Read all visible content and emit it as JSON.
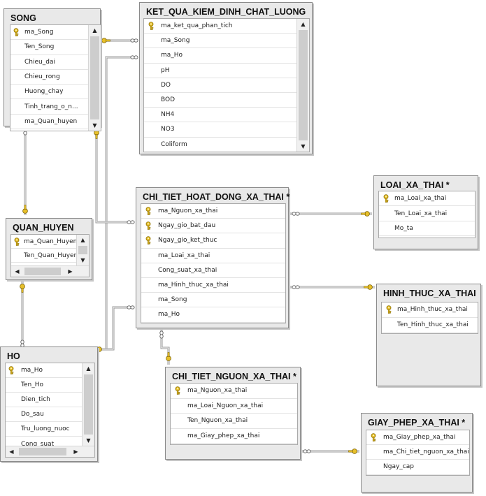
{
  "tables": {
    "song": {
      "title": "SONG",
      "columns": [
        "ma_Song",
        "Ten_Song",
        "Chieu_dai",
        "Chieu_rong",
        "Huong_chay",
        "Tinh_trang_o_n...",
        "ma_Quan_huyen"
      ]
    },
    "ketqua": {
      "title": "KET_QUA_KIEM_DINH_CHAT_LUONG",
      "columns": [
        "ma_ket_qua_phan_tich",
        "ma_Song",
        "ma_Ho",
        "pH",
        "DO",
        "BOD",
        "NH4",
        "NO3",
        "Coliform"
      ]
    },
    "quanhuyen": {
      "title": "QUAN_HUYEN",
      "columns": [
        "ma_Quan_Huyen",
        "Ten_Quan_Huyen"
      ]
    },
    "chitiet_hd": {
      "title": "CHI_TIET_HOAT_DONG_XA_THAI *",
      "columns": [
        "ma_Nguon_xa_thai",
        "Ngay_gio_bat_dau",
        "Ngay_gio_ket_thuc",
        "ma_Loai_xa_thai",
        "Cong_suat_xa_thai",
        "ma_Hinh_thuc_xa_thai",
        "ma_Song",
        "ma_Ho"
      ]
    },
    "loai": {
      "title": "LOAI_XA_THAI *",
      "columns": [
        "ma_Loai_xa_thai",
        "Ten_Loai_xa_thai",
        "Mo_ta"
      ]
    },
    "hinhthuc": {
      "title": "HINH_THUC_XA_THAI",
      "columns": [
        "ma_Hinh_thuc_xa_thai",
        "Ten_Hinh_thuc_xa_thai"
      ]
    },
    "ho": {
      "title": "HO",
      "columns": [
        "ma_Ho",
        "Ten_Ho",
        "Dien_tich",
        "Do_sau",
        "Tru_luong_nuoc",
        "Cong_suat"
      ]
    },
    "chitiet_nguon": {
      "title": "CHI_TIET_NGUON_XA_THAI *",
      "columns": [
        "ma_Nguon_xa_thai",
        "ma_Loai_Nguon_xa_thai",
        "Ten_Nguon_xa_thai",
        "ma_Giay_phep_xa_thai"
      ]
    },
    "giayphep": {
      "title": "GIAY_PHEP_XA_THAI *",
      "columns": [
        "ma_Giay_phep_xa_thai",
        "ma_Chi_tiet_nguon_xa_thai",
        "Ngay_cap"
      ]
    }
  },
  "icons": {
    "primary_key": "key-icon",
    "scroll_up": "scroll-up-icon",
    "scroll_down": "scroll-down-icon",
    "scroll_left": "scroll-left-icon",
    "scroll_right": "scroll-right-icon",
    "pk_end": "key-endpoint-icon",
    "fk_end": "infinity-endpoint-icon"
  },
  "colors": {
    "background": "#ffffff",
    "table_frame": "#e9e9e9",
    "key_gold": "#e8c02a",
    "connector": "#9a9a9a"
  }
}
